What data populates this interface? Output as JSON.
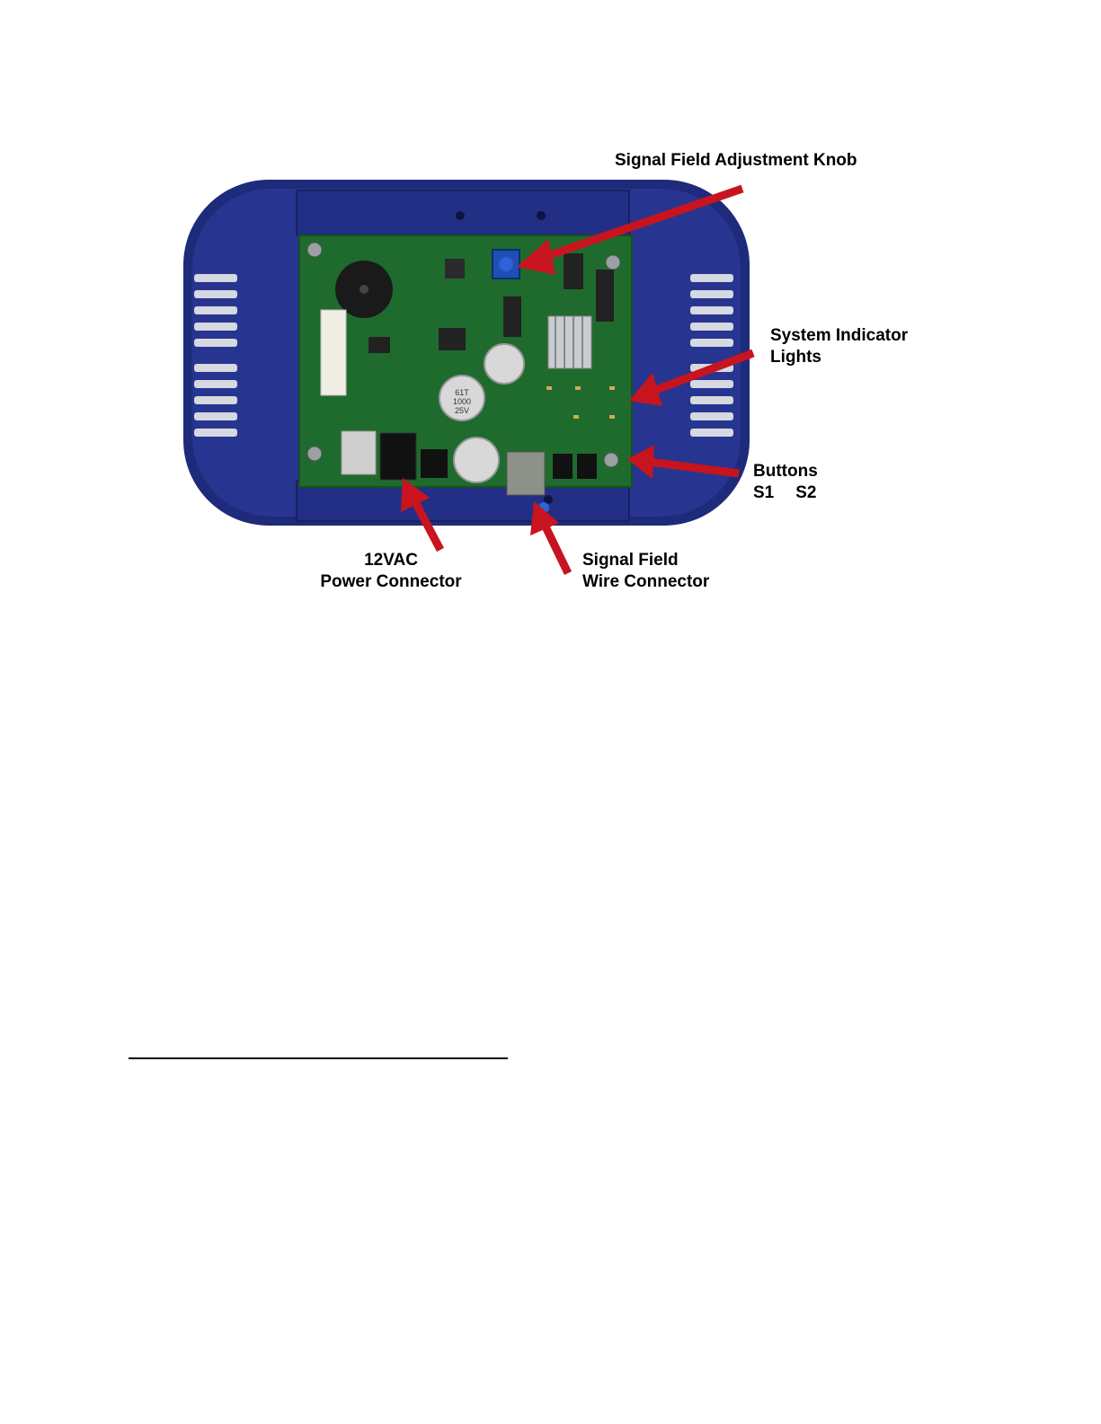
{
  "figure": {
    "callouts": {
      "knob": {
        "lines": [
          "Signal Field Adjustment Knob"
        ]
      },
      "lights": {
        "lines": [
          "System Indicator",
          "Lights"
        ]
      },
      "buttons": {
        "lines": [
          "Buttons"
        ],
        "s1": "S1",
        "s2": "S2"
      },
      "power": {
        "lines": [
          "12VAC",
          "Power Connector"
        ]
      },
      "wire": {
        "lines": [
          "Signal Field",
          "Wire Connector"
        ]
      }
    },
    "board": {
      "capacitor_labels": [
        "61T",
        "1000",
        "25V"
      ],
      "housing_color": "#1e2a7a",
      "pcb_color": "#1f6b2e",
      "arrow_color": "#c8141e",
      "knob_color": "#1f4fb3"
    }
  },
  "footnote": {
    "rule": true
  }
}
